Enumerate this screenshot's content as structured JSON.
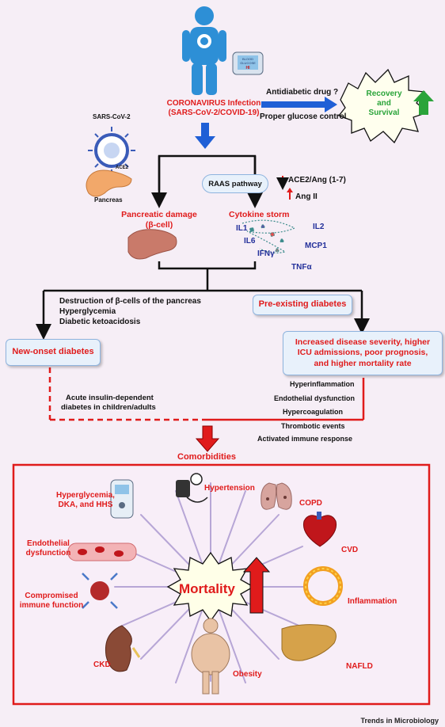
{
  "infection": {
    "line1": "CORONAVIRUS Infection",
    "line2": "(SARS-CoV-2/COVID-19)"
  },
  "glucometer_text": {
    "line1": "BLOOD",
    "line2": "GLUCOSE",
    "line3": "HI"
  },
  "treatment": {
    "drug": "Antidiabetic drug ?",
    "glucose": "Proper glucose control"
  },
  "recovery": {
    "line1": "Recovery",
    "line2": "and",
    "line3": "Survival"
  },
  "virus": {
    "label": "SARS-CoV-2",
    "receptor": "ACE2",
    "organ": "Pancreas"
  },
  "raas": {
    "pathway": "RAAS pathway",
    "ace2": "ACE2/Ang (1-7)",
    "ang2": "Ang II"
  },
  "pancreatic_damage": {
    "line1": "Pancreatic damage",
    "line2": "(β-cell)"
  },
  "cytokine": {
    "title": "Cytokine storm",
    "il1": "IL1",
    "il2": "IL2",
    "il6": "IL6",
    "mcp1": "MCP1",
    "ifn": "IFNγ",
    "tnf": "TNFα"
  },
  "destruction": {
    "line1": "Destruction of  β-cells of the pancreas",
    "line2": "Hyperglycemia",
    "line3": "Diabetic ketoacidosis"
  },
  "preexisting": "Pre-existing diabetes",
  "new_onset": "New-onset diabetes",
  "severity": {
    "line1": "Increased disease severity, higher",
    "line2": "ICU admissions, poor prognosis,",
    "line3": "and higher mortality rate"
  },
  "acute": {
    "line1": "Acute insulin-dependent",
    "line2": "diabetes in children/adults"
  },
  "effects": [
    "Hyperinflammation",
    "Endothelial dysfunction",
    "Hypercoagulation",
    "Thrombotic events",
    "Activated immune response"
  ],
  "comorbidities_title": "Comorbidities",
  "mortality": "Mortality",
  "comorbidities": {
    "hyperglycemia": {
      "line1": "Hyperglycemia,",
      "line2": "DKA, and HHS"
    },
    "hypertension": "Hypertension",
    "copd": "COPD",
    "cvd": "CVD",
    "endothelial": {
      "line1": "Endothelial",
      "line2": "dysfunction"
    },
    "immune": {
      "line1": "Compromised",
      "line2": "immune function"
    },
    "inflammation": "Inflammation",
    "ckd": "CKD",
    "obesity": "Obesity",
    "nafld": "NAFLD"
  },
  "footer": "Trends in Microbiology",
  "colors": {
    "red": "#e01b1b",
    "blue": "#23309a",
    "green": "#2aa43a",
    "arrow_blue": "#1f5fd6",
    "ray": "#b7a6d6"
  }
}
